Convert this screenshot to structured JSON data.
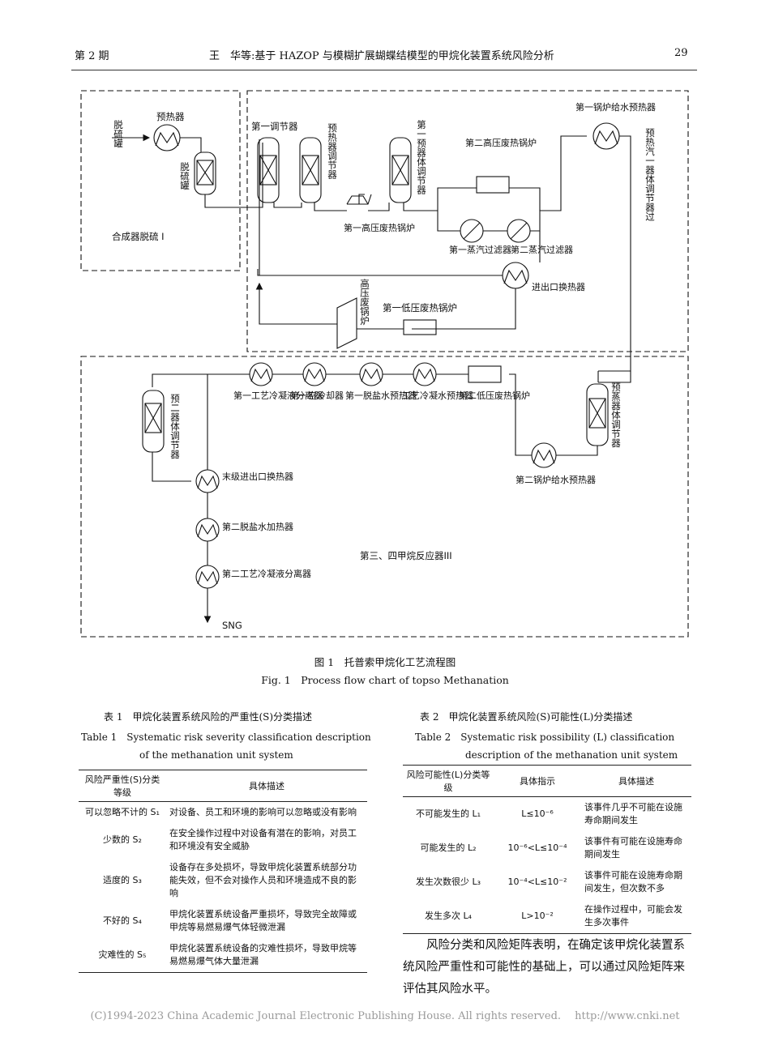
{
  "header": {
    "issue": "第 2 期",
    "title": "王　华等:基于 HAZOP 与模糊扩展蝴蝶结模型的甲烷化装置系统风险分析",
    "page": "29"
  },
  "figure": {
    "labels": {
      "inlet": "脱硫罐",
      "preheater": "预热器",
      "desulf_tank": "脱硫罐",
      "desulf_zone": "合成器脱硫 I",
      "reg1": "第一调节器",
      "reg2": "预热器调节器",
      "reg3": "第一预器体调节器",
      "hp_boiler1": "第一高压废热锅炉",
      "hp_boiler2": "第二高压废热锅炉",
      "filter1": "第一蒸汽过滤器",
      "filter2": "第二蒸汽过滤器",
      "bfw_pre1": "第一锅炉给水预热器",
      "right_vert": "预热汽一器体调节器过",
      "inout_hx": "进出口换热器",
      "hp_waste": "高压废锅炉",
      "lp_boiler1": "第一低压废热锅炉",
      "sep1": "第一工艺冷凝液分离器",
      "air_cooler": "第一空冷却器",
      "demin1": "第一脱盐水预热器",
      "cond_pre": "工艺冷凝水预热器",
      "lp_boiler2": "第二低压废热锅炉",
      "pre_reg": "预蒸器体调节器",
      "bfw_pre2": "第二锅炉给水预热器",
      "reg_pre2": "预二器体调节器",
      "final_hx": "末级进出口换热器",
      "demin2": "第二脱盐水加热器",
      "sep2": "第二工艺冷凝液分离器",
      "reactor_zone": "第三、四甲烷反应器III",
      "product": "SNG"
    },
    "caption_cn": "图 1　托普索甲烷化工艺流程图",
    "caption_en": "Fig. 1　Process flow chart of topso Methanation"
  },
  "table1": {
    "caption_cn": "表 1　甲烷化装置系统风险的严重性(S)分类描述",
    "caption_en_1": "Table 1　Systematic risk severity classification description",
    "caption_en_2": "of the methanation unit system",
    "headers": [
      "风险严重性(S)分类等级",
      "具体描述"
    ],
    "rows": [
      [
        "可以忽略不计的 S₁",
        "对设备、员工和环境的影响可以忽略或没有影响"
      ],
      [
        "少数的 S₂",
        "在安全操作过程中对设备有潜在的影响，对员工和环境没有安全威胁"
      ],
      [
        "适度的 S₃",
        "设备存在多处损坏，导致甲烷化装置系统部分功能失效，但不会对操作人员和环境造成不良的影响"
      ],
      [
        "不好的 S₄",
        "甲烷化装置系统设备严重损坏，导致完全故障或甲烷等易燃易爆气体轻微泄漏"
      ],
      [
        "灾难性的 S₅",
        "甲烷化装置系统设备的灾难性损坏，导致甲烷等易燃易爆气体大量泄漏"
      ]
    ]
  },
  "table2": {
    "caption_cn": "表 2　甲烷化装置系统风险(S)可能性(L)分类描述",
    "caption_en_1": "Table 2　Systematic risk possibility (L) classification",
    "caption_en_2": "description of the methanation unit system",
    "headers": [
      "风险可能性(L)分类等级",
      "具体指示",
      "具体描述"
    ],
    "rows": [
      [
        "不可能发生的 L₁",
        "L≤10⁻⁶",
        "该事件几乎不可能在设施寿命期间发生"
      ],
      [
        "可能发生的 L₂",
        "10⁻⁶<L≤10⁻⁴",
        "该事件有可能在设施寿命期间发生"
      ],
      [
        "发生次数很少 L₃",
        "10⁻⁴<L≤10⁻²",
        "该事件可能在设施寿命期间发生，但次数不多"
      ],
      [
        "发生多次 L₄",
        "L>10⁻²",
        "在操作过程中，可能会发生多次事件"
      ]
    ]
  },
  "body_text": "风险分类和风险矩阵表明，在确定该甲烷化装置系统风险严重性和可能性的基础上，可以通过风险矩阵来评估其风险水平。",
  "footer": "(C)1994-2023 China Academic Journal Electronic Publishing House. All rights reserved.　 http://www.cnki.net"
}
